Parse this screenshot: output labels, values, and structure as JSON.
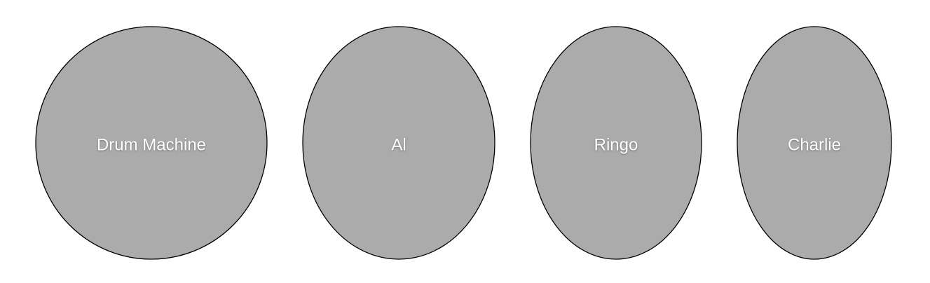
{
  "colors": {
    "fill": "#ababab",
    "stroke": "#000000",
    "label": "#ffffff",
    "background": "#ffffff"
  },
  "nodes": [
    {
      "label": "Drum Machine"
    },
    {
      "label": "Al"
    },
    {
      "label": "Ringo"
    },
    {
      "label": "Charlie"
    }
  ]
}
